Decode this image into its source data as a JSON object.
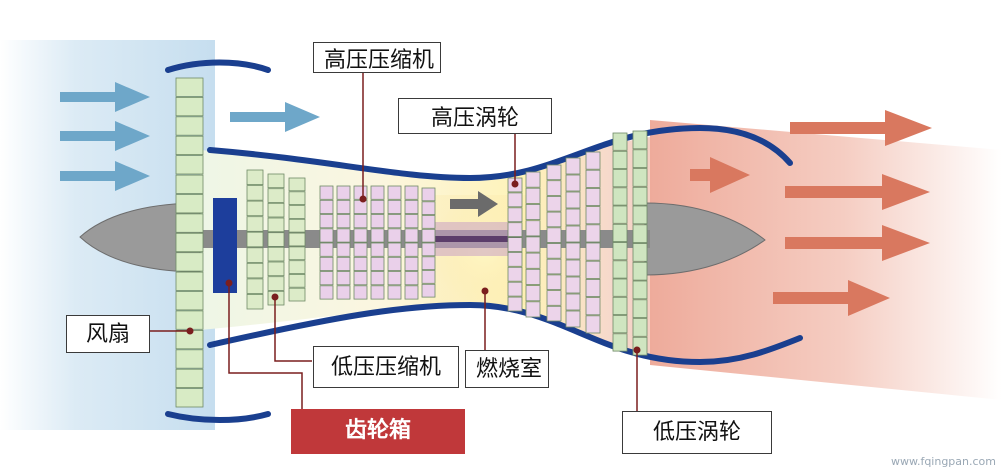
{
  "labels": {
    "hp_compressor": "高压压缩机",
    "hp_turbine": "高压涡轮",
    "fan": "风扇",
    "lp_compressor": "低压压缩机",
    "combustor": "燃烧室",
    "gearbox": "齿轮箱",
    "lp_turbine": "低压涡轮"
  },
  "watermark": "www.fqingpan.com",
  "colors": {
    "casing": "#1a3f8f",
    "fan_blades": "#d8ebc5",
    "lp_compressor": "#dcebc8",
    "hp_compressor": "#ead0ea",
    "hp_turbine": "#ecd4ea",
    "lp_turbine": "#cfe5c0",
    "gearbox_block": "#1d3e9c",
    "gearbox_label": "#c0383a",
    "shaft": "#8a8a8a",
    "intake_arrow": "#6ea7c9",
    "exhaust_arrow": "#d9785f",
    "combustor_glow": "#fff3b8",
    "leader_line": "#7a1e1e",
    "leader_dot": "#7a1e1e"
  },
  "icons": {
    "intake_arrows": "right-arrow-icon",
    "exhaust_arrows": "right-arrow-icon",
    "flow_arrow": "right-arrow-icon"
  }
}
